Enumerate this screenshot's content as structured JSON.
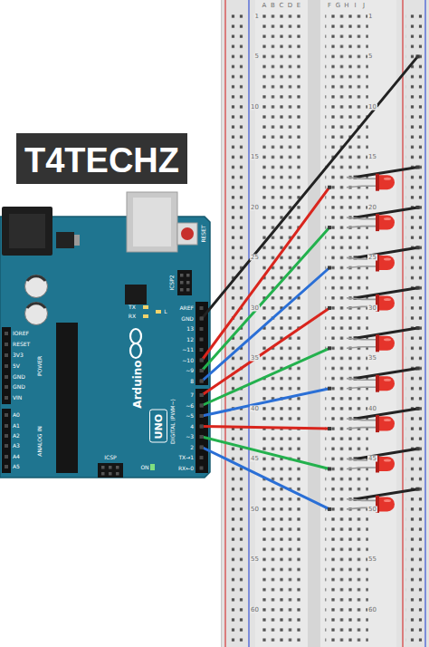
{
  "diagram": {
    "nodes": [
      {
        "text": [
          "T4TECHZ"
        ]
      },
      {
        "text": [
          "UNO"
        ]
      }
    ],
    "labels": [
      "A",
      "B",
      "C",
      "D",
      "E",
      "F",
      "G",
      "H",
      "I",
      "J",
      "1",
      "5",
      "10",
      "15",
      "20",
      "25",
      "30",
      "35",
      "40",
      "45",
      "50",
      "55",
      "60",
      "1",
      "5",
      "10",
      "15",
      "20",
      "25",
      "30",
      "35",
      "40",
      "45",
      "50",
      "55",
      "60",
      "RESET",
      "ICSP2",
      "L",
      "TX",
      "RX",
      "AREF",
      "GND",
      "13",
      "12",
      "~11",
      "~10",
      "~9",
      "8",
      "7",
      "~6",
      "~5",
      "4",
      "~3",
      "2",
      "TX→1",
      "RX←0",
      "DIGITAL (PWM~)",
      "Arduino",
      "ON",
      "ICSP",
      "IOREF",
      "RESET",
      "3V3",
      "5V",
      "GND",
      "GND",
      "VIN",
      "POWER",
      "A0",
      "A1",
      "A2",
      "A3",
      "A4",
      "A5",
      "ANALOG IN"
    ]
  }
}
